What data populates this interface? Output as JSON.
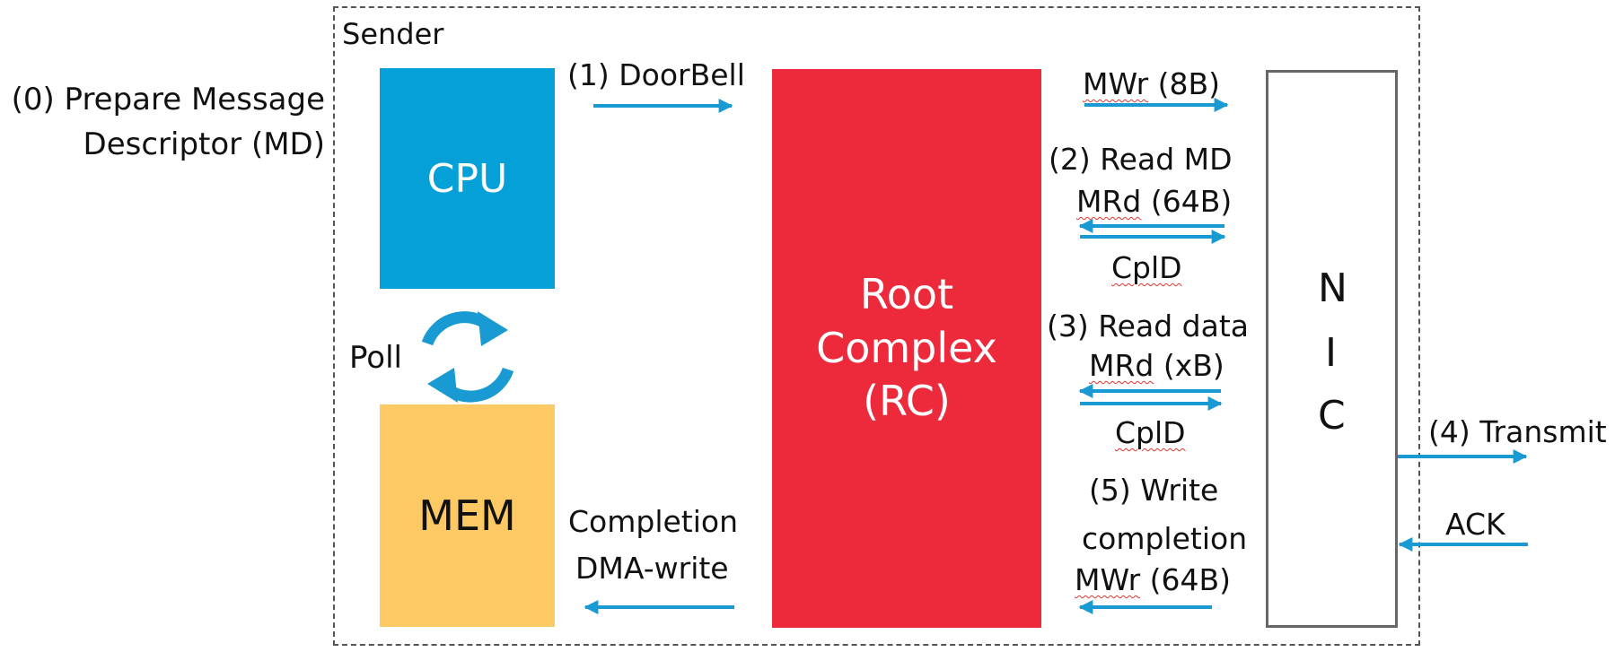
{
  "sender": {
    "label": "Sender"
  },
  "prepare": {
    "line1": "(0) Prepare Message",
    "line2": "Descriptor (MD)"
  },
  "cpu": {
    "label": "CPU"
  },
  "mem": {
    "label": "MEM"
  },
  "poll": {
    "label": "Poll"
  },
  "rc": {
    "line1": "Root",
    "line2": "Complex",
    "line3": "(RC)"
  },
  "nic": {
    "letters": [
      "N",
      "I",
      "C"
    ]
  },
  "doorbell": {
    "label": "(1) DoorBell"
  },
  "mwr8": {
    "prefix": "MWr",
    "suffix": " (8B)"
  },
  "read_md": {
    "title": "(2) Read MD",
    "prefix": "MRd",
    "suffix": " (64B)",
    "cpld": "CplD"
  },
  "read_data": {
    "title": "(3) Read data",
    "prefix": "MRd",
    "suffix": " (xB)",
    "cpld": "CplD"
  },
  "write_comp": {
    "line1": "(5) Write",
    "line2": "completion",
    "prefix": "MWr",
    "suffix": " (64B)"
  },
  "transmit": {
    "label": "(4) Transmit"
  },
  "ack": {
    "label": "ACK"
  },
  "completion": {
    "line1": "Completion",
    "line2": "DMA-write"
  },
  "colors": {
    "cpu": "#05a0d8",
    "mem": "#fdc964",
    "rc": "#ec2a3c",
    "arrow": "#1a9ad2",
    "squiggle": "#e0342e"
  }
}
